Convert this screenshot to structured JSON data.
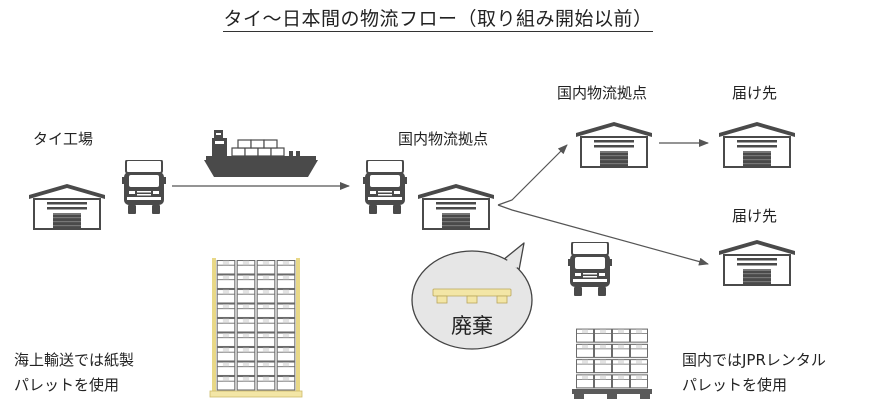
{
  "title": "タイ〜日本間の物流フロー（取り組み開始以前）",
  "nodes": {
    "thai_factory": "タイ工場",
    "domestic_hub_1": "国内物流拠点",
    "domestic_hub_2": "国内物流拠点",
    "destination_1": "届け先",
    "destination_2": "届け先"
  },
  "bubble_text": "廃棄",
  "notes": {
    "sea_line1": "海上輸送では紙製",
    "sea_line2": "パレットを使用",
    "domestic_line1": "国内ではJPRレンタル",
    "domestic_line2": "パレットを使用"
  },
  "icons": [
    "warehouse-icon",
    "truck-icon",
    "ship-icon",
    "pallet-icon",
    "box-stack-icon"
  ],
  "colors": {
    "line": "#555555",
    "icon_fill": "#4a4a4a",
    "paper_pallet": "#f3e6a6",
    "rental_pallet": "#5a5a5a"
  }
}
